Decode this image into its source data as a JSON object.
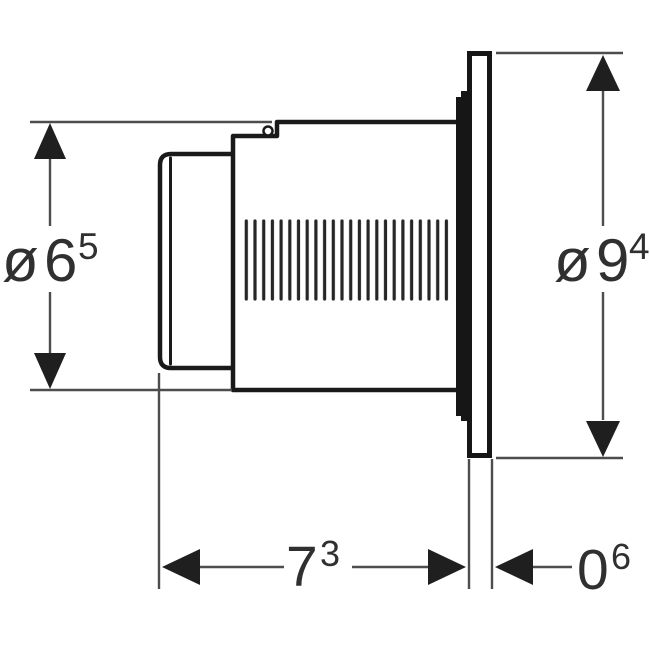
{
  "drawing": {
    "type": "technical-dimension-drawing",
    "view": "side-view-of-round-actuator-with-wall-plate",
    "dimensions": {
      "left_diameter": {
        "symbol": "ø",
        "value": "6",
        "sup": "5"
      },
      "right_diameter": {
        "symbol": "ø",
        "value": "9",
        "sup": "4"
      },
      "depth": {
        "value": "7",
        "sup": "3"
      },
      "plate_thickness": {
        "value": "0",
        "sup": "6"
      }
    },
    "colors": {
      "outline": "#1a1a1a",
      "dimension_line": "#4d4d4d",
      "arrow": "#1f1f1f",
      "label_text": "#303030",
      "background": "#ffffff"
    }
  }
}
